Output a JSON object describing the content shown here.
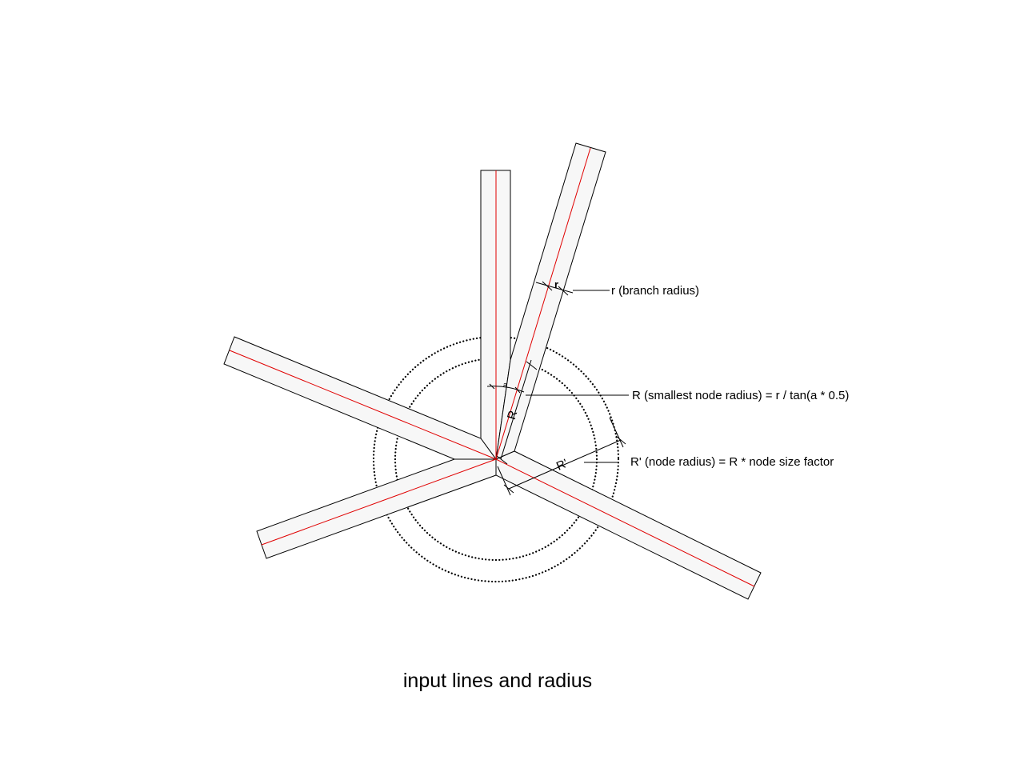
{
  "annotations": {
    "branch_radius": "r (branch radius)",
    "smallest_node_radius": "R (smallest node radius) = r / tan(a * 0.5)",
    "node_radius": "R' (node radius) = R * node size factor"
  },
  "dimension_labels": {
    "r": "r",
    "R": "R",
    "R_prime": "R'",
    "a": "a"
  },
  "caption": "input lines and radius",
  "colors": {
    "centerline": "#e00000",
    "band_fill": "#f7f7f7",
    "outline": "#000000"
  }
}
